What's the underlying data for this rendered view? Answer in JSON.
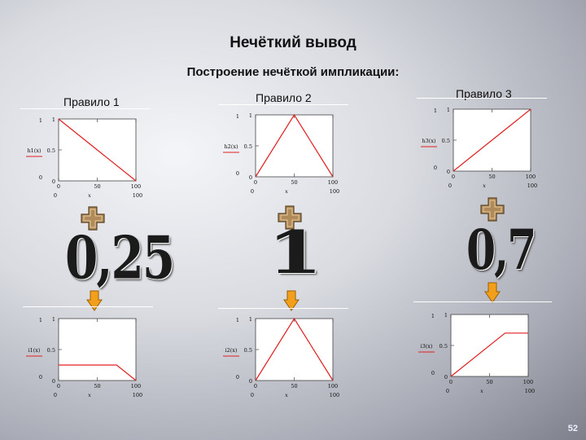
{
  "slide": {
    "title": "Нечёткий вывод",
    "subtitle": "Построение нечёткой импликации:",
    "page_number": "52"
  },
  "colors": {
    "curve": "#e02020",
    "plus": "#b08a58",
    "arrow": "#f2a01c"
  },
  "rules": [
    {
      "label": "Правило 1",
      "coefficient": "0,25"
    },
    {
      "label": "Правило 2",
      "coefficient": "1"
    },
    {
      "label": "Правило 3",
      "coefficient": "0,7"
    }
  ],
  "chart_data": [
    {
      "type": "line",
      "id": "rule1-membership",
      "title": "",
      "xlabel": "x",
      "ylabel": "h1(x)",
      "xlim": [
        0,
        100
      ],
      "ylim": [
        0,
        1
      ],
      "xticks": [
        "0",
        "50",
        "100"
      ],
      "yticks": [
        "0",
        "0.5",
        "1"
      ],
      "topleft_label": "1",
      "bottomleft_label": "0",
      "series": [
        {
          "x": [
            0,
            100
          ],
          "y": [
            1,
            0
          ]
        }
      ]
    },
    {
      "type": "line",
      "id": "rule2-membership",
      "title": "",
      "xlabel": "x",
      "ylabel": "h2(x)",
      "xlim": [
        0,
        100
      ],
      "ylim": [
        0,
        1
      ],
      "xticks": [
        "0",
        "50",
        "100"
      ],
      "yticks": [
        "0",
        "0.5",
        "1"
      ],
      "topleft_label": "1",
      "bottomleft_label": "0",
      "series": [
        {
          "x": [
            0,
            50,
            100
          ],
          "y": [
            0,
            1,
            0
          ]
        }
      ]
    },
    {
      "type": "line",
      "id": "rule3-membership",
      "title": "",
      "xlabel": "x",
      "ylabel": "h3(x)",
      "xlim": [
        0,
        100
      ],
      "ylim": [
        0,
        1
      ],
      "xticks": [
        "0",
        "50",
        "100"
      ],
      "yticks": [
        "0",
        "0.5",
        "1"
      ],
      "topleft_label": "1",
      "bottomleft_label": "0",
      "series": [
        {
          "x": [
            0,
            100
          ],
          "y": [
            0,
            1
          ]
        }
      ]
    },
    {
      "type": "line",
      "id": "rule1-implication",
      "title": "",
      "xlabel": "x",
      "ylabel": "i1(x)",
      "xlim": [
        0,
        100
      ],
      "ylim": [
        0,
        1
      ],
      "xticks": [
        "0",
        "50",
        "100"
      ],
      "yticks": [
        "0",
        "0.5",
        "1"
      ],
      "topleft_label": "1",
      "bottomleft_label": "0",
      "series": [
        {
          "x": [
            0,
            75,
            100
          ],
          "y": [
            0.25,
            0.25,
            0
          ]
        }
      ]
    },
    {
      "type": "line",
      "id": "rule2-implication",
      "title": "",
      "xlabel": "x",
      "ylabel": "i2(x)",
      "xlim": [
        0,
        100
      ],
      "ylim": [
        0,
        1
      ],
      "xticks": [
        "0",
        "50",
        "100"
      ],
      "yticks": [
        "0",
        "0.5",
        "1"
      ],
      "topleft_label": "1",
      "bottomleft_label": "0",
      "series": [
        {
          "x": [
            0,
            50,
            100
          ],
          "y": [
            0,
            1,
            0
          ]
        }
      ]
    },
    {
      "type": "line",
      "id": "rule3-implication",
      "title": "",
      "xlabel": "x",
      "ylabel": "i3(x)",
      "xlim": [
        0,
        100
      ],
      "ylim": [
        0,
        1
      ],
      "xticks": [
        "0",
        "50",
        "100"
      ],
      "yticks": [
        "0",
        "0.5",
        "1"
      ],
      "topleft_label": "1",
      "bottomleft_label": "0",
      "series": [
        {
          "x": [
            0,
            70,
            100
          ],
          "y": [
            0,
            0.7,
            0.7
          ]
        }
      ]
    }
  ]
}
